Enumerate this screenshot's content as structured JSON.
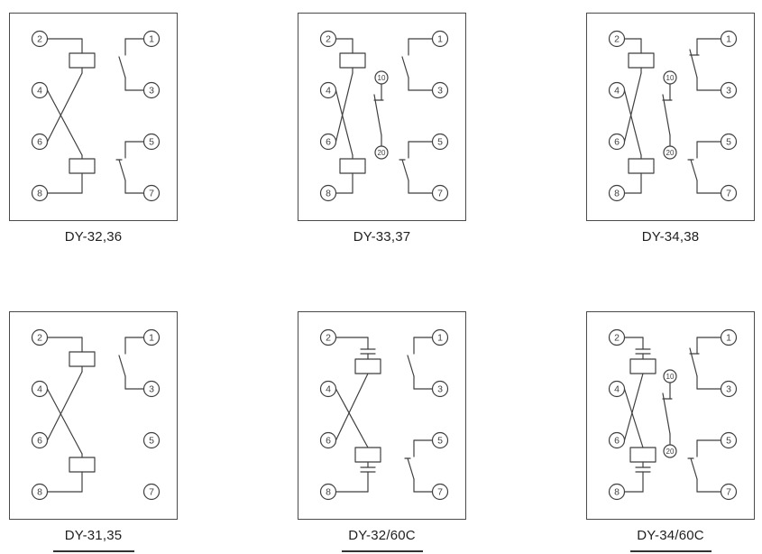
{
  "style": {
    "background": "#ffffff",
    "line_color": "#3f3f3f",
    "box_border_color": "#4a4a4a",
    "title_color": "#1f1f1f"
  },
  "diagrams": [
    {
      "id": "dy-32-36",
      "title": "DY-32,36",
      "left_terminals": [
        "2",
        "4",
        "6",
        "8"
      ],
      "right_terminals": [
        "1",
        "3",
        "5",
        "7"
      ],
      "middle_terminals": [],
      "has_capacitors": false,
      "contacts": {
        "top": "open",
        "bottom": "open-hook",
        "middle": null
      }
    },
    {
      "id": "dy-33-37",
      "title": "DY-33,37",
      "left_terminals": [
        "2",
        "4",
        "6",
        "8"
      ],
      "right_terminals": [
        "1",
        "3",
        "5",
        "7"
      ],
      "middle_terminals": [
        "10",
        "20"
      ],
      "has_capacitors": false,
      "contacts": {
        "top": "open",
        "bottom": "open-hook",
        "middle": "closed"
      }
    },
    {
      "id": "dy-34-38",
      "title": "DY-34,38",
      "left_terminals": [
        "2",
        "4",
        "6",
        "8"
      ],
      "right_terminals": [
        "1",
        "3",
        "5",
        "7"
      ],
      "middle_terminals": [
        "10",
        "20"
      ],
      "has_capacitors": false,
      "contacts": {
        "top": "closed",
        "bottom": "open-hook",
        "middle": "closed"
      }
    },
    {
      "id": "dy-31-35",
      "title": "DY-31,35",
      "left_terminals": [
        "2",
        "4",
        "6",
        "8"
      ],
      "right_terminals": [
        "1",
        "3",
        "5",
        "7"
      ],
      "middle_terminals": [],
      "has_capacitors": false,
      "contacts": {
        "top": "open",
        "bottom": null,
        "middle": null
      }
    },
    {
      "id": "dy-32-60c",
      "title": "DY-32/60C",
      "left_terminals": [
        "2",
        "4",
        "6",
        "8"
      ],
      "right_terminals": [
        "1",
        "3",
        "5",
        "7"
      ],
      "middle_terminals": [],
      "has_capacitors": true,
      "contacts": {
        "top": "open",
        "bottom": "open-hook",
        "middle": null
      }
    },
    {
      "id": "dy-34-60c",
      "title": "DY-34/60C",
      "left_terminals": [
        "2",
        "4",
        "6",
        "8"
      ],
      "right_terminals": [
        "1",
        "3",
        "5",
        "7"
      ],
      "middle_terminals": [
        "10",
        "20"
      ],
      "has_capacitors": true,
      "contacts": {
        "top": "closed",
        "bottom": "open-hook",
        "middle": "closed"
      }
    }
  ]
}
